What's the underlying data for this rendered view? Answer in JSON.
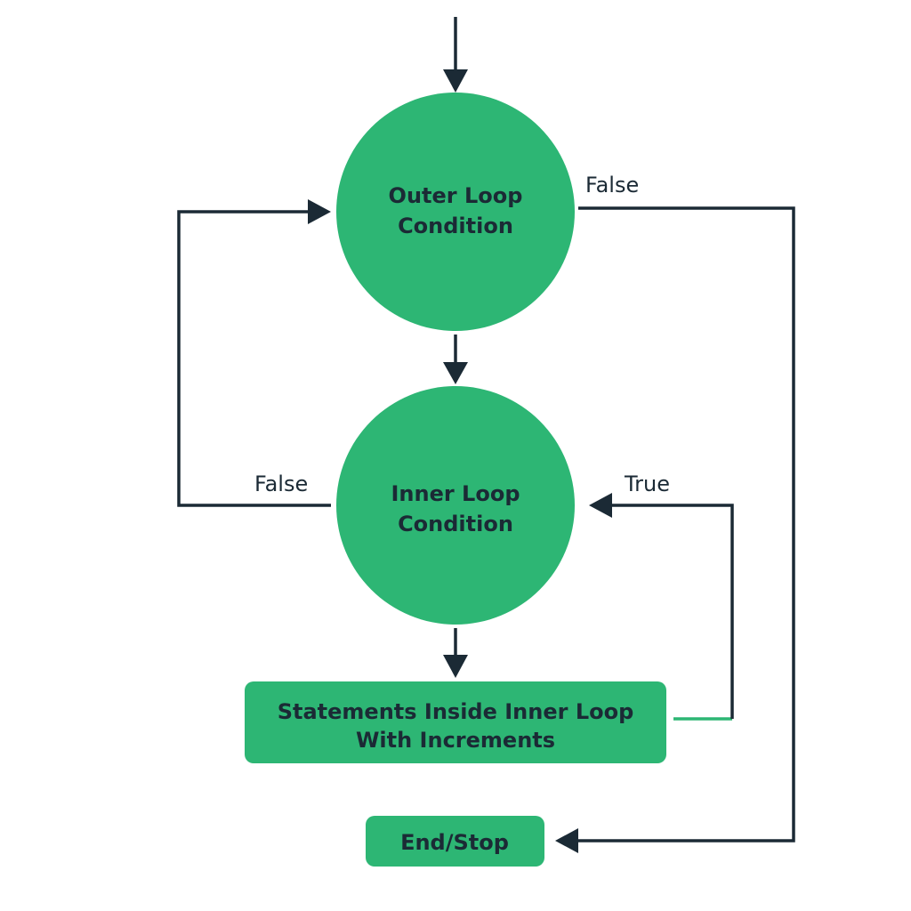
{
  "colors": {
    "node_fill": "#2db674",
    "line": "#1b2a35",
    "text": "#1b2a35",
    "background": "#ffffff"
  },
  "nodes": {
    "outer_condition": {
      "lines": [
        "Outer Loop",
        "Condition"
      ]
    },
    "inner_condition": {
      "lines": [
        "Inner Loop",
        "Condition"
      ]
    },
    "statements": {
      "lines": [
        "Statements Inside Inner Loop",
        "With Increments"
      ]
    },
    "end": {
      "lines": [
        "End/Stop"
      ]
    }
  },
  "edges": {
    "outer_false": "False",
    "inner_false": "False",
    "inner_true": "True"
  }
}
